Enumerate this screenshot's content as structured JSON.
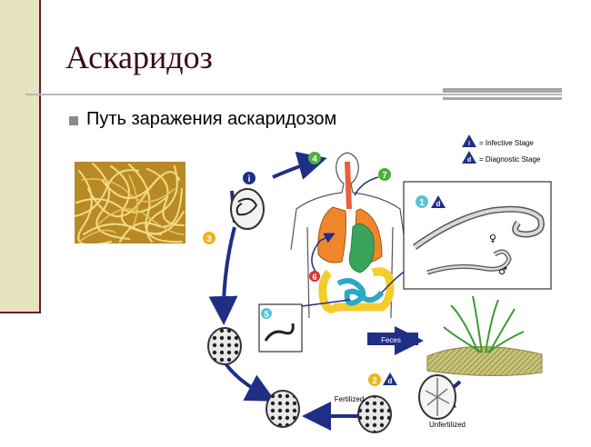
{
  "slide": {
    "title": "Аскаридоз",
    "bullet": "Путь заражения аскаридозом"
  },
  "legend": {
    "infective": "= Infective Stage",
    "diagnostic": "= Diagnostic Stage",
    "infective_symbol": "i",
    "diagnostic_symbol": "d"
  },
  "steps": {
    "s1": "1",
    "s2": "2",
    "s3": "3",
    "s4": "4",
    "s5": "5",
    "s6": "6",
    "s7": "7"
  },
  "labels": {
    "feces": "Feces",
    "fertilized": "Fertilized",
    "unfertilized": "Unfertilized",
    "female": "♀",
    "male": "♂"
  },
  "colors": {
    "accent_dark": "#3a0a16",
    "side_panel": "#e6e3c0",
    "arrow_blue": "#1f2f86",
    "step_green": "#4caf3f",
    "step_yellow": "#f2b21b",
    "step_red": "#d8342c",
    "step_cyan": "#58c3d8",
    "lung_orange": "#f0862a",
    "stomach_green": "#3aa45a",
    "intestine_yellow": "#f3cd2d",
    "intestine_blue": "#2aa8c8"
  }
}
